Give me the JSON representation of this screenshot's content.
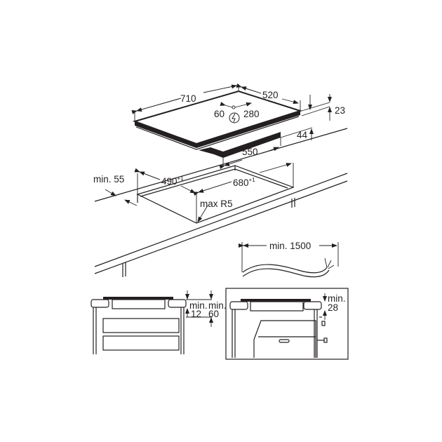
{
  "diagram": {
    "subject": "Built-in induction hob installation dimensions",
    "hob_top_view": {
      "width_label": "710",
      "depth_label": "520",
      "connection_left_label": "60",
      "connection_right_label": "280",
      "power_icon": "lightning-bolt-in-circle",
      "thickness_label": "23",
      "body_height_label": "44",
      "body_width_label": "550"
    },
    "cutout": {
      "depth_label": "490",
      "depth_tolerance": "+1",
      "width_label": "680",
      "width_tolerance": "+1",
      "front_edge_label": "min. 55",
      "corner_radius_label": "max R5"
    },
    "cable": {
      "length_label": "min. 1500"
    },
    "drawer_section": {
      "gap_label_1": "min.",
      "gap_value_1": "12",
      "gap_label_2": "min.",
      "gap_value_2": "60"
    },
    "oven_section": {
      "gap_label": "min.",
      "gap_value": "28"
    },
    "colors": {
      "line": "#231f20",
      "background": "#ffffff",
      "hob_body": "#231f20"
    }
  }
}
